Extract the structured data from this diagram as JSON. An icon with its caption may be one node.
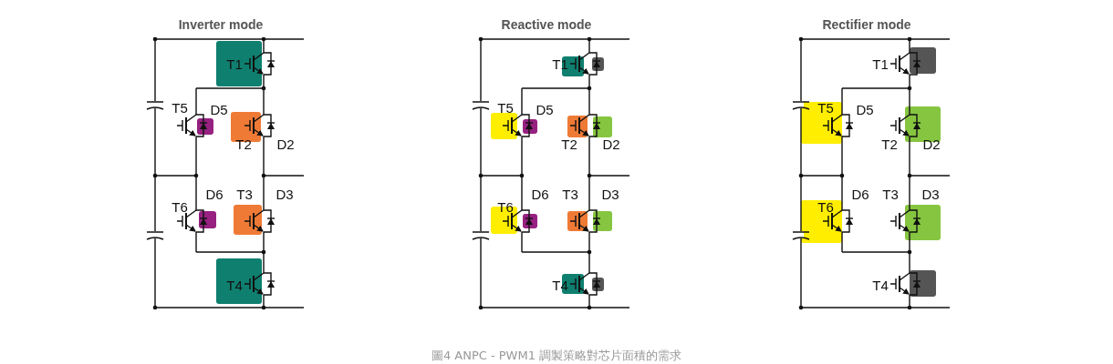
{
  "diagram": {
    "caption": "圖4 ANPC - PWM1 調製策略對芯片面積的需求",
    "labels": [
      "Inverter mode",
      "T1",
      "T5",
      "D5",
      "T2",
      "D2",
      "D6",
      "T3",
      "D3",
      "T6",
      "T4",
      "Reactive mode",
      "T1",
      "T5",
      "D5",
      "T2",
      "D2",
      "D6",
      "T3",
      "D3",
      "T6",
      "T4",
      "Rectifier mode",
      "T1",
      "T5",
      "D5",
      "T2",
      "D2",
      "D6",
      "T3",
      "D3",
      "T6",
      "T4"
    ]
  }
}
